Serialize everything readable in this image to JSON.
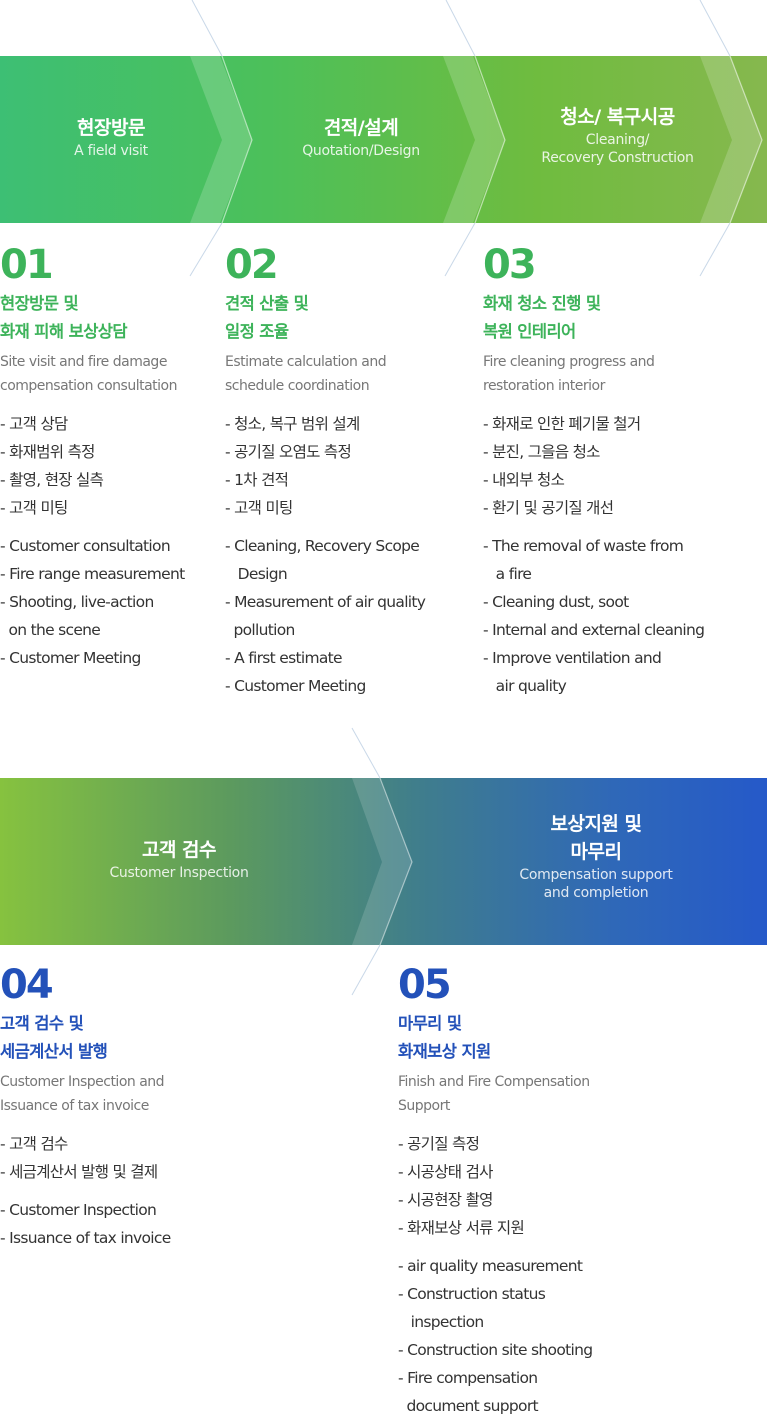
{
  "stages": [
    {
      "ko": "현장방문",
      "en": "A field visit"
    },
    {
      "ko": "견적/설계",
      "en": "Quotation/Design"
    },
    {
      "ko": "청소/ 복구시공",
      "en": "Cleaning/\nRecovery Construction"
    },
    {
      "ko": "고객 검수",
      "en": "Customer Inspection"
    },
    {
      "ko": "보상지원 및\n마무리",
      "en": "Compensation support\nand completion"
    }
  ],
  "steps": [
    {
      "num": "01",
      "title_ko": "현장방문 및\n화재 피해 보상상담",
      "title_en": "Site visit and fire damage\ncompensation consultation",
      "items_ko": [
        "- 고객 상담",
        "- 화재범위 측정",
        "- 촬영, 현장 실측",
        "- 고객 미팅"
      ],
      "items_en": [
        "- Customer consultation",
        "- Fire range measurement",
        "- Shooting, live-action",
        "  on the scene",
        "- Customer Meeting"
      ]
    },
    {
      "num": "02",
      "title_ko": "견적 산출 및\n일정 조율",
      "title_en": "Estimate calculation and\nschedule coordination",
      "items_ko": [
        "- 청소, 복구 범위 설계",
        "- 공기질 오염도 측정",
        "- 1차 견적",
        "- 고객 미팅"
      ],
      "items_en": [
        "- Cleaning, Recovery Scope",
        "   Design",
        "- Measurement of air quality",
        "  pollution",
        "- A first estimate",
        "- Customer Meeting"
      ]
    },
    {
      "num": "03",
      "title_ko": "화재 청소 진행 및\n복원 인테리어",
      "title_en": "Fire cleaning progress and\nrestoration interior",
      "items_ko": [
        "- 화재로 인한 폐기물 철거",
        "- 분진, 그을음 청소",
        "- 내외부 청소",
        "- 환기 및 공기질 개선"
      ],
      "items_en": [
        "- The removal of waste from",
        "   a fire",
        "- Cleaning dust, soot",
        "- Internal and external cleaning",
        "- Improve ventilation and",
        "   air quality"
      ]
    },
    {
      "num": "04",
      "title_ko": "고객 검수 및\n세금계산서 발행",
      "title_en": "Customer Inspection and\nIssuance of tax invoice",
      "items_ko": [
        "- 고객 검수",
        "- 세금계산서 발행 및 결제"
      ],
      "items_en": [
        "- Customer Inspection",
        "- Issuance of tax invoice"
      ]
    },
    {
      "num": "05",
      "title_ko": "마무리 및\n화재보상 지원",
      "title_en": "Finish and Fire Compensation\nSupport",
      "items_ko": [
        "- 공기질 측정",
        "- 시공상태 검사",
        "- 시공현장 촬영",
        "- 화재보상 서류 지원"
      ],
      "items_en": [
        "- air quality measurement",
        "- Construction status",
        "   inspection",
        "- Construction site shooting",
        "- Fire compensation",
        "  document support"
      ]
    }
  ],
  "colors": {
    "green": "#3db35a",
    "blue": "#2351b9"
  }
}
